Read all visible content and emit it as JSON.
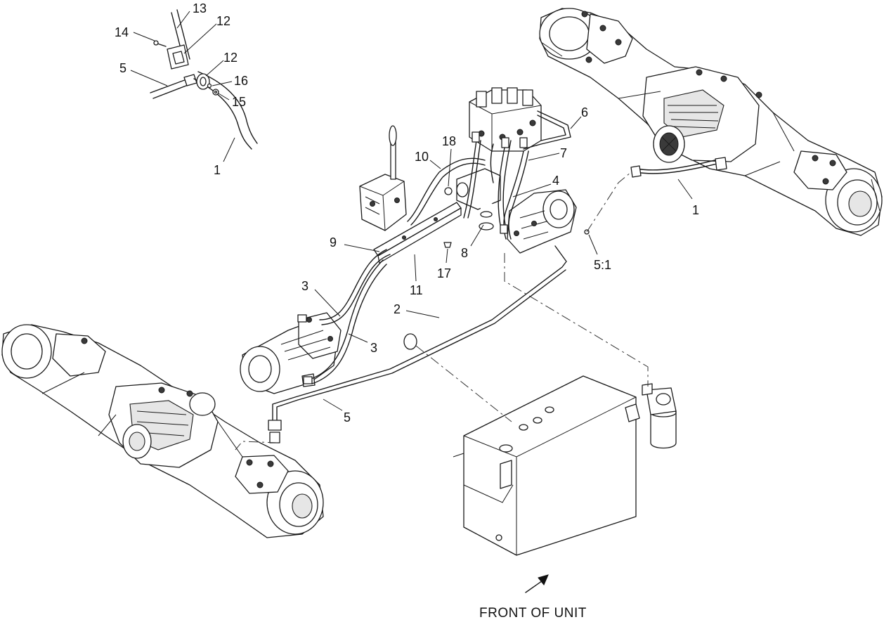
{
  "callouts": [
    {
      "id": "c14",
      "text": "14"
    },
    {
      "id": "c13",
      "text": "13"
    },
    {
      "id": "c12a",
      "text": "12"
    },
    {
      "id": "c12b",
      "text": "12"
    },
    {
      "id": "c16",
      "text": "16"
    },
    {
      "id": "c15",
      "text": "15"
    },
    {
      "id": "c5a",
      "text": "5"
    },
    {
      "id": "c1a",
      "text": "1"
    },
    {
      "id": "c6",
      "text": "6"
    },
    {
      "id": "c7",
      "text": "7"
    },
    {
      "id": "c18",
      "text": "18"
    },
    {
      "id": "c10",
      "text": "10"
    },
    {
      "id": "c4",
      "text": "4"
    },
    {
      "id": "c9",
      "text": "9"
    },
    {
      "id": "c8",
      "text": "8"
    },
    {
      "id": "c17",
      "text": "17"
    },
    {
      "id": "c11",
      "text": "11"
    },
    {
      "id": "c51",
      "text": "5:1"
    },
    {
      "id": "c1b",
      "text": "1"
    },
    {
      "id": "c3a",
      "text": "3"
    },
    {
      "id": "c3b",
      "text": "3"
    },
    {
      "id": "c2",
      "text": "2"
    },
    {
      "id": "c5b",
      "text": "5"
    }
  ],
  "caption": "FRONT OF UNIT"
}
